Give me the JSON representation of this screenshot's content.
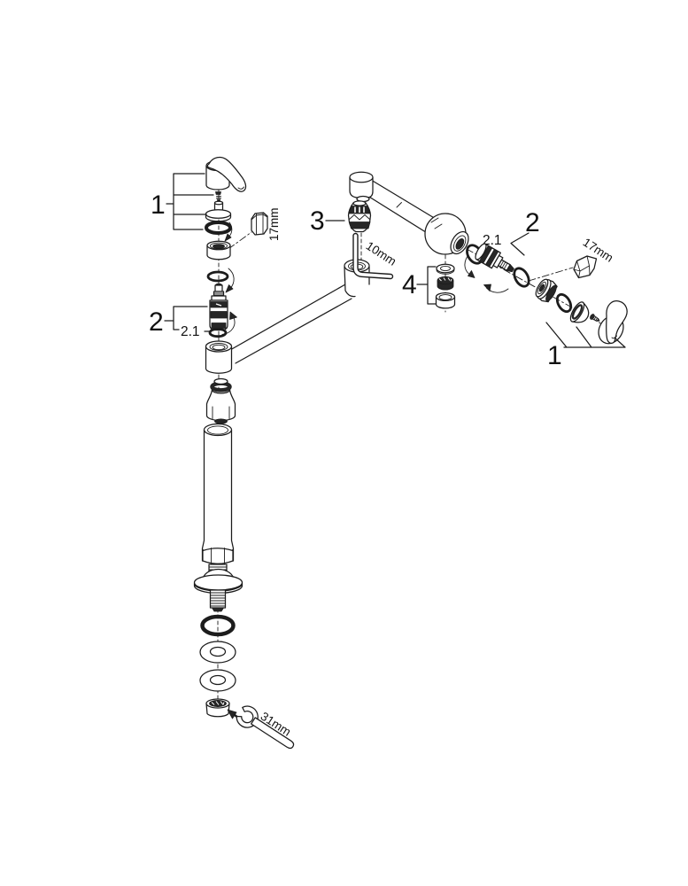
{
  "meta": {
    "background": "#ffffff",
    "line_color": "#1c1c1c",
    "diagram_type": "exploded-parts-diagram-faucet"
  },
  "labels": {
    "left_handle_group": "1",
    "left_cartridge_group": "2",
    "left_oring_sub": "2.1",
    "mousseur_group": "3",
    "nonreturn_valve_group": "4",
    "right_cartridge_group": "2",
    "right_oring_sub": "2.1",
    "right_handle_group": "1"
  },
  "tools": {
    "left_hex_socket": "17mm",
    "allen_key": "10mm",
    "right_hex_socket": "17mm",
    "open_end_wrench": "31mm"
  }
}
